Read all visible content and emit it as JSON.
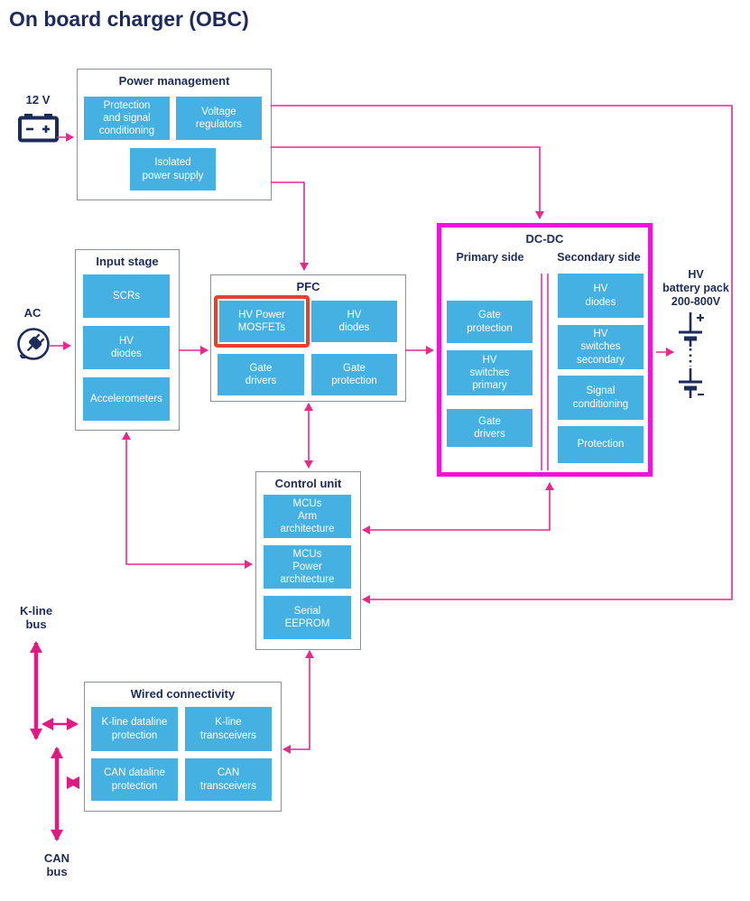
{
  "title": "On board charger (OBC)",
  "colors": {
    "navy": "#1d2b5a",
    "cyan": "#45b0e2",
    "pink": "#e62a8c",
    "bus-pink": "#de1b83",
    "magenta": "#ef12d8",
    "red": "#e8402c",
    "box-border": "#8a9198"
  },
  "labels": {
    "aux_battery": "12 V",
    "ac": "AC",
    "hv_battery_pack": [
      "HV",
      "battery pack",
      "200-800V"
    ],
    "kline_bus": [
      "K-line",
      "bus"
    ],
    "can_bus": [
      "CAN",
      "bus"
    ],
    "plus": "+",
    "minus": "-"
  },
  "icons": {
    "aux_battery": "battery-12v-icon",
    "ac_input": "ac-plug-icon",
    "hv_battery": "hv-battery-stack-icon"
  },
  "blocks": {
    "power_management": {
      "title": "Power management",
      "chips": [
        [
          "Protection",
          "and signal",
          "conditioning"
        ],
        [
          "Voltage",
          "regulators"
        ],
        [
          "Isolated",
          "power supply"
        ]
      ]
    },
    "input_stage": {
      "title": "Input stage",
      "chips": [
        [
          "SCRs"
        ],
        [
          "HV",
          "diodes"
        ],
        [
          "Accelerometers"
        ]
      ]
    },
    "pfc": {
      "title": "PFC",
      "chips": [
        [
          "HV Power",
          "MOSFETs"
        ],
        [
          "HV",
          "diodes"
        ],
        [
          "Gate",
          "drivers"
        ],
        [
          "Gate",
          "protection"
        ]
      ]
    },
    "dcdc": {
      "title": "DC-DC",
      "primary_label": "Primary side",
      "secondary_label": "Secondary side",
      "primary_chips": [
        [
          "Gate",
          "protection"
        ],
        [
          "HV",
          "switches",
          "primary"
        ],
        [
          "Gate",
          "drivers"
        ]
      ],
      "secondary_chips": [
        [
          "HV",
          "diodes"
        ],
        [
          "HV",
          "switches",
          "secondary"
        ],
        [
          "Signal",
          "conditioning"
        ],
        [
          "Protection"
        ]
      ]
    },
    "control_unit": {
      "title": "Control unit",
      "chips": [
        [
          "MCUs",
          "Arm",
          "architecture"
        ],
        [
          "MCUs",
          "Power",
          "architecture"
        ],
        [
          "Serial",
          "EEPROM"
        ]
      ]
    },
    "wired_connectivity": {
      "title": "Wired connectivity",
      "chips": [
        [
          "K-line dataline",
          "protection"
        ],
        [
          "K-line",
          "transceivers"
        ],
        [
          "CAN dataline",
          "protection"
        ],
        [
          "CAN",
          "transceivers"
        ]
      ]
    }
  }
}
